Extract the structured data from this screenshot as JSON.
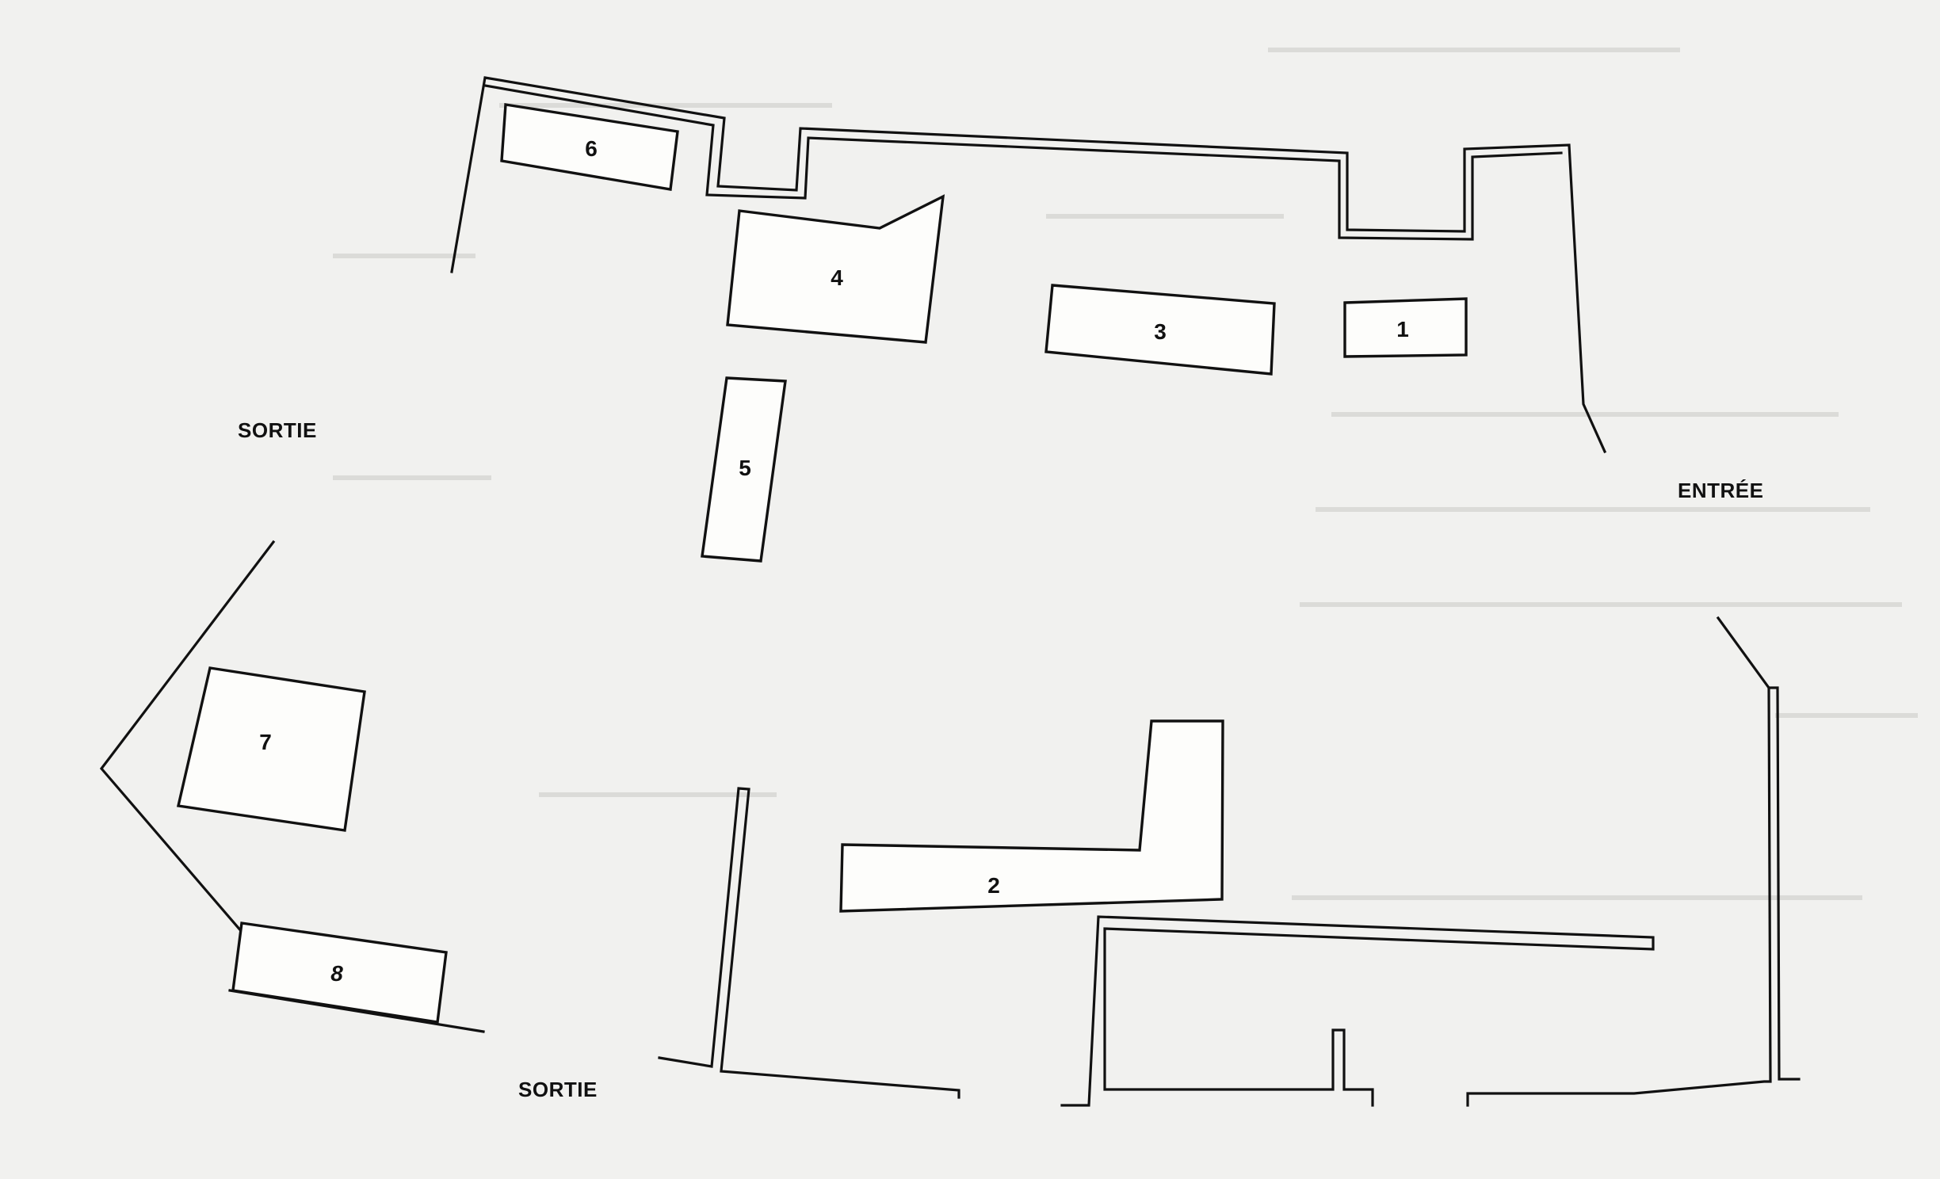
{
  "labels": {
    "sortie_left": "SORTIE",
    "sortie_bottom": "SORTIE",
    "entree": "ENTRÉE"
  },
  "stands": [
    {
      "number": "1"
    },
    {
      "number": "2"
    },
    {
      "number": "3"
    },
    {
      "number": "4"
    },
    {
      "number": "5"
    },
    {
      "number": "6"
    },
    {
      "number": "7"
    },
    {
      "number": "8"
    }
  ],
  "colors": {
    "ink": "#111111",
    "paper": "#f1f1ef"
  }
}
